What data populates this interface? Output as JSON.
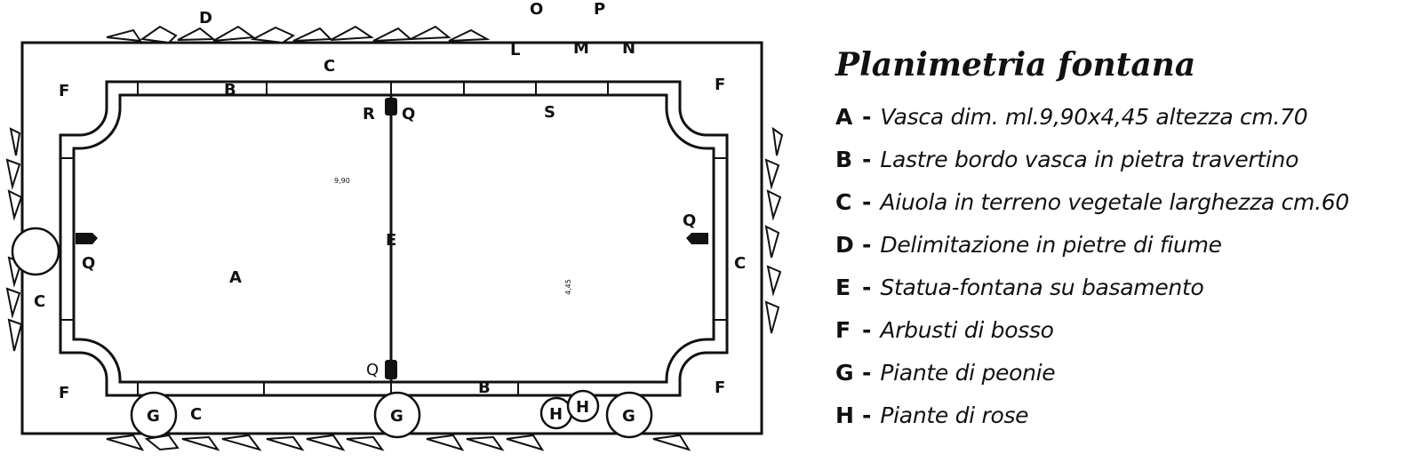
{
  "legend": {
    "title": "Planimetria fontana",
    "separator": "-",
    "items": [
      {
        "key": "A",
        "text": "Vasca dim. ml.9,90x4,45 altezza cm.70"
      },
      {
        "key": "B",
        "text": "Lastre bordo vasca in pietra travertino"
      },
      {
        "key": "C",
        "text": "Aiuola in terreno vegetale larghezza cm.60"
      },
      {
        "key": "D",
        "text": "Delimitazione in pietre di fiume"
      },
      {
        "key": "E",
        "text": "Statua-fontana su basamento"
      },
      {
        "key": "F",
        "text": "Arbusti di bosso"
      },
      {
        "key": "G",
        "text": "Piante di peonie"
      },
      {
        "key": "H",
        "text": "Piante di rose"
      }
    ]
  },
  "plan": {
    "labels": {
      "A": "A",
      "B": "B",
      "C": "C",
      "D": "D",
      "E": "E",
      "F": "F",
      "G": "G",
      "H": "H",
      "L": "L",
      "M": "M",
      "N": "N",
      "O": "O",
      "P": "P",
      "Q": "Q",
      "R": "R",
      "S": "S"
    },
    "dim_length": "9,90",
    "dim_width": "4,45"
  },
  "colors": {
    "line": "#111111",
    "background": "#ffffff"
  }
}
